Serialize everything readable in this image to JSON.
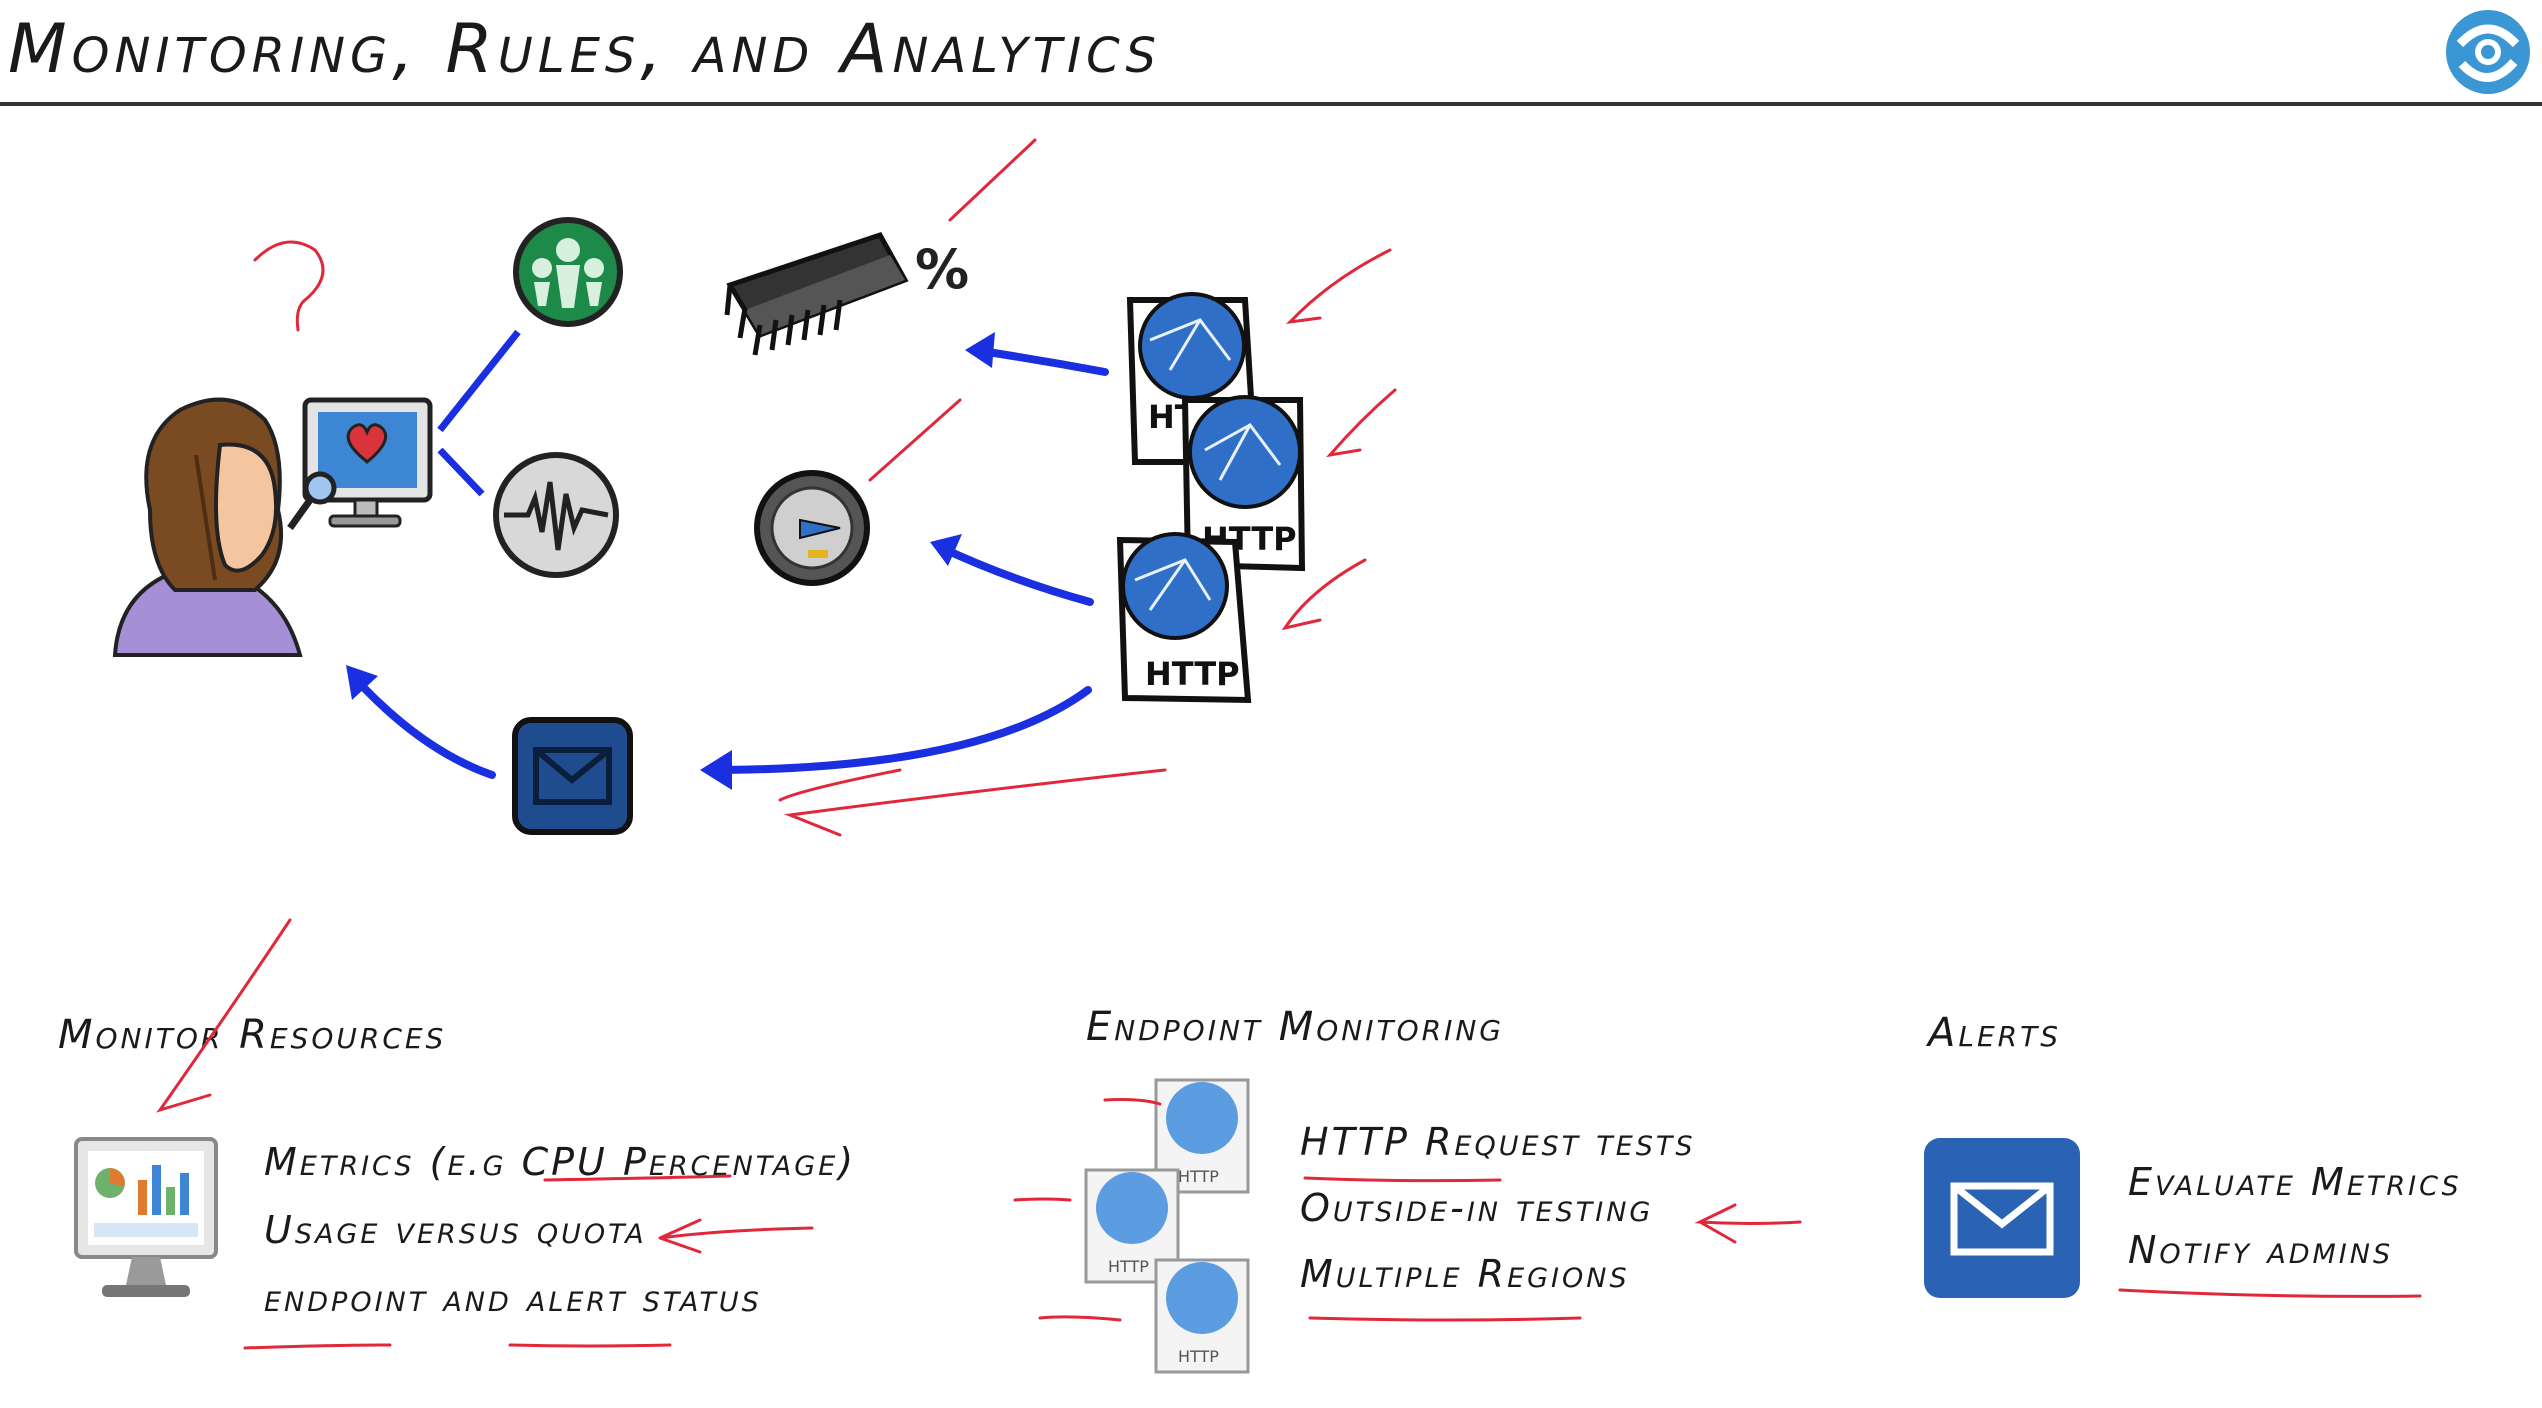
{
  "header": {
    "title": "Monitoring, Rules, and Analytics"
  },
  "diagram": {
    "percent_symbol": "%",
    "question_mark": "?",
    "http_labels": [
      "HTTP",
      "HTTP",
      "HTTP"
    ]
  },
  "sections": {
    "monitor": {
      "title": "Monitor Resources",
      "bullets": [
        "Metrics (e.g CPU Percentage)",
        "Usage versus quota",
        "endpoint and alert status"
      ]
    },
    "endpoint": {
      "title": "Endpoint Monitoring",
      "bullets": [
        "HTTP Request tests",
        "Outside-in testing",
        "Multiple Regions"
      ],
      "icon_labels": [
        "HTTP",
        "HTTP",
        "HTTP"
      ]
    },
    "alerts": {
      "title": "Alerts",
      "bullets": [
        "Evaluate Metrics",
        "Notify admins"
      ]
    }
  },
  "colors": {
    "arrow_blue": "#1a2fe0",
    "annotation_red": "#e0283a",
    "globe_blue": "#2f6fc7",
    "mail_blue": "#2a63b4",
    "sweater_purple": "#a58fd6",
    "hair_brown": "#7a4a22"
  }
}
